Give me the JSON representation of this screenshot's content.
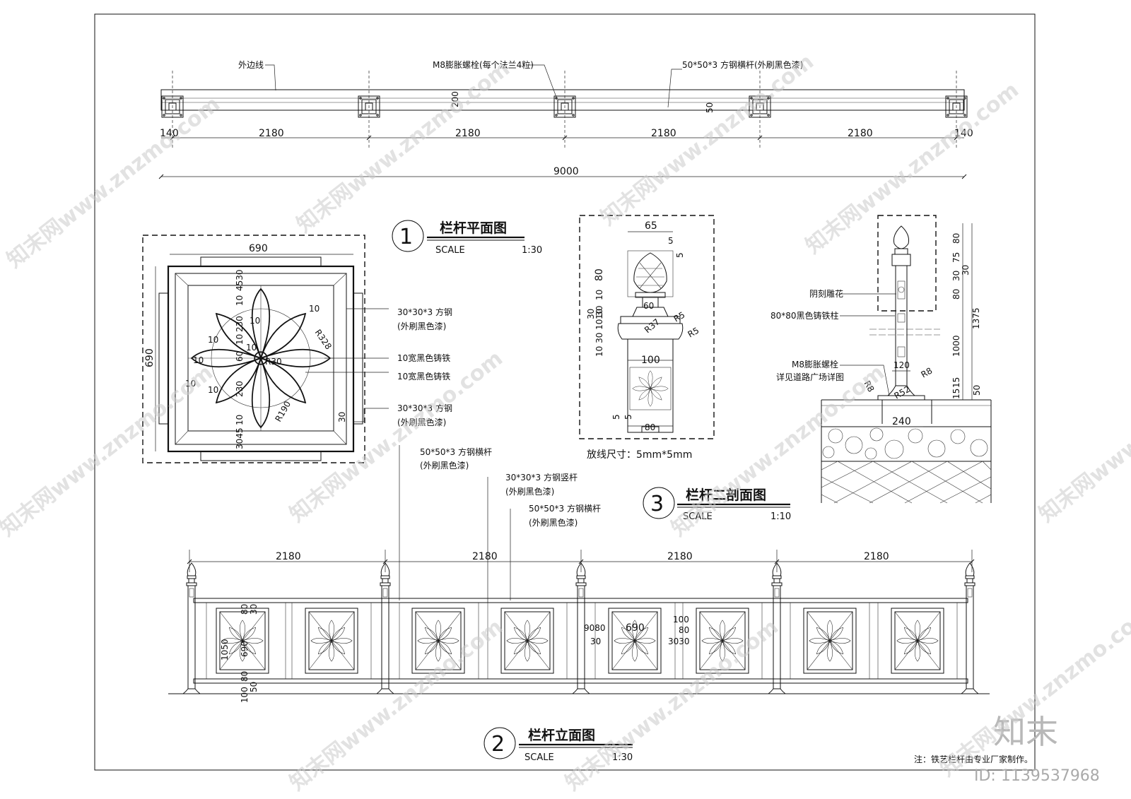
{
  "plan_strip": {
    "labels": {
      "outer_edge": "外边线",
      "bolt": "M8膨胀螺栓(每个法兰4粒)",
      "rail": "50*50*3  方钢横杆(外刷黑色漆)"
    },
    "dims": {
      "end_left": "140",
      "bays": [
        "2180",
        "2180",
        "2180",
        "2180"
      ],
      "end_right": "140",
      "total": "9000",
      "width_200": "200",
      "width_50": "50"
    }
  },
  "detail1": {
    "number": "1",
    "title": "栏杆平面图",
    "scale_label": "SCALE",
    "scale_value": "1:30",
    "dims": {
      "width": "690",
      "height": "690",
      "d4530": "4530",
      "d3045": "3045",
      "d10a": "10",
      "d230a": "230",
      "d10b": "10",
      "d60": "60",
      "d230b": "230",
      "d10c": "10",
      "d10d": "10",
      "d10e": "10",
      "d10f": "10",
      "d10g": "10",
      "d10h": "10",
      "d10i": "10",
      "d30": "30",
      "r328": "R328",
      "r30": "R30",
      "r190": "R190"
    },
    "notes": {
      "n1a": "30*30*3  方钢",
      "n1b": "(外刷黑色漆)",
      "n2": "10宽黑色铸铁",
      "n3": "10宽黑色铸铁",
      "n4a": "30*30*3  方钢",
      "n4b": "(外刷黑色漆)"
    }
  },
  "detail_finial": {
    "dims": {
      "d65": "65",
      "d5a": "5",
      "d5b": "5",
      "d80": "80",
      "d10a": "10",
      "d10b": "10",
      "d30": "30",
      "d10c": "10",
      "d60": "60",
      "r5a": "R5",
      "r5b": "R5",
      "r37": "R37",
      "d100": "100",
      "d5c": "5",
      "d5d": "5",
      "d80b": "80",
      "side": "10 30 10 30"
    },
    "grid_note": "放线尺寸：5mm*5mm"
  },
  "detail3": {
    "number": "3",
    "title": "栏杆二剖面图",
    "scale_label": "SCALE",
    "scale_value": "1:10",
    "notes": {
      "carving": "阴刻雕花",
      "post": "80*80黑色铸铁柱",
      "bolt": "M8膨胀螺栓",
      "bolt_ref": "详见道路广场详图"
    },
    "dims": {
      "d80": "80",
      "d75": "75",
      "d30a": "30",
      "d80b": "80",
      "d30b": "30",
      "d1375": "1375",
      "d1000": "1000",
      "d15a": "15",
      "d15b": "15",
      "d50": "50",
      "d120": "120",
      "r8a": "R8",
      "r8b": "R8",
      "r52": "R52",
      "d240": "240"
    }
  },
  "detail2": {
    "number": "2",
    "title": "栏杆立面图",
    "scale_label": "SCALE",
    "scale_value": "1:30",
    "bays": [
      "2180",
      "2180",
      "2180",
      "2180"
    ],
    "notes": {
      "rail_top_a": "50*50*3  方钢横杆",
      "rail_top_b": "(外刷黑色漆)",
      "vert_a": "30*30*3  方钢竖杆",
      "vert_b": "(外刷黑色漆)",
      "rail_mid_a": "50*50*3  方钢横杆",
      "rail_mid_b": "(外刷黑色漆)"
    },
    "dims": {
      "h1050": "1050",
      "h690": "690",
      "h80a": "80",
      "h30a": "30",
      "h80b": "80",
      "h100": "100",
      "h50": "50",
      "w690": "690",
      "w9080": "9080",
      "w30a": "30",
      "w100": "100",
      "w3030": "3030",
      "w80": "80"
    }
  },
  "footer": {
    "note": "注：铁艺栏杆由专业厂家制作。",
    "brand": "知末",
    "id": "ID: 1139537968"
  },
  "watermark": {
    "text": "知末网www.znzmo.com"
  }
}
